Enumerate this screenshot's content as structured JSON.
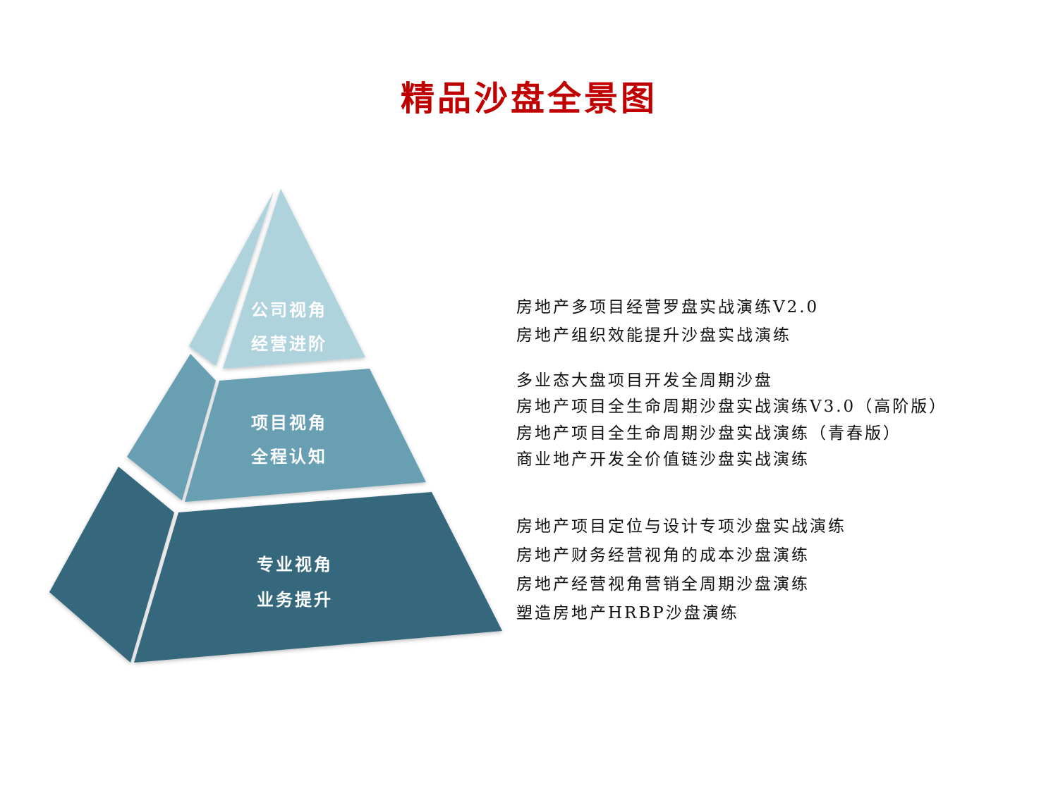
{
  "title": "精品沙盘全景图",
  "colors": {
    "title": "#c00000",
    "tier_top": "#aed3dd",
    "tier_middle": "#679fb3",
    "tier_bottom": "#35687b"
  },
  "tiers": [
    {
      "line1": "公司视角",
      "line2": "经营进阶",
      "courses": [
        "房地产多项目经营罗盘实战演练V2.0",
        "房地产组织效能提升沙盘实战演练"
      ]
    },
    {
      "line1": "项目视角",
      "line2": "全程认知",
      "courses": [
        "多业态大盘项目开发全周期沙盘",
        "房地产项目全生命周期沙盘实战演练V3.0（高阶版）",
        "房地产项目全生命周期沙盘实战演练（青春版）",
        "商业地产开发全价值链沙盘实战演练"
      ]
    },
    {
      "line1": "专业视角",
      "line2": "业务提升",
      "courses": [
        "房地产项目定位与设计专项沙盘实战演练",
        "房地产财务经营视角的成本沙盘演练",
        "房地产经营视角营销全周期沙盘演练",
        "塑造房地产HRBP沙盘演练"
      ]
    }
  ]
}
